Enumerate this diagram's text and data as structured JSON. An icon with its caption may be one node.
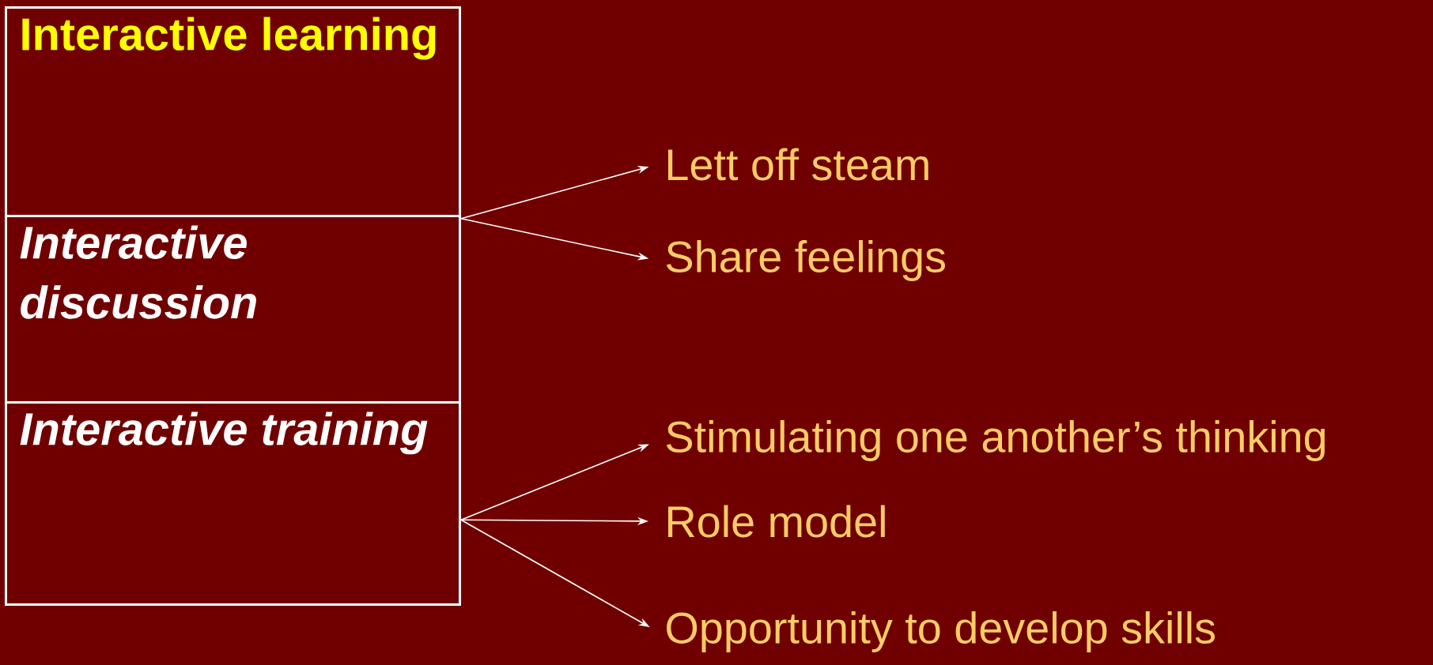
{
  "diagram": {
    "nodes": [
      {
        "text": [
          "Interactive learning"
        ]
      },
      {
        "text": [
          "Interactive discussion"
        ]
      },
      {
        "text": [
          "Interactive training"
        ]
      },
      {
        "text": [
          "Lett off steam"
        ]
      },
      {
        "text": [
          "Share feelings"
        ]
      },
      {
        "text": [
          "Stimulating one another’s thinking"
        ]
      },
      {
        "text": [
          "Role model"
        ]
      },
      {
        "text": [
          "Opportunity to develop skills"
        ]
      }
    ],
    "edges": [
      {
        "from": 1,
        "to": 3,
        "arrow": "to"
      },
      {
        "from": 1,
        "to": 4,
        "arrow": "to"
      },
      {
        "from": 2,
        "to": 5,
        "arrow": "to"
      },
      {
        "from": 2,
        "to": 6,
        "arrow": "to"
      },
      {
        "from": 2,
        "to": 7,
        "arrow": "to"
      }
    ]
  }
}
